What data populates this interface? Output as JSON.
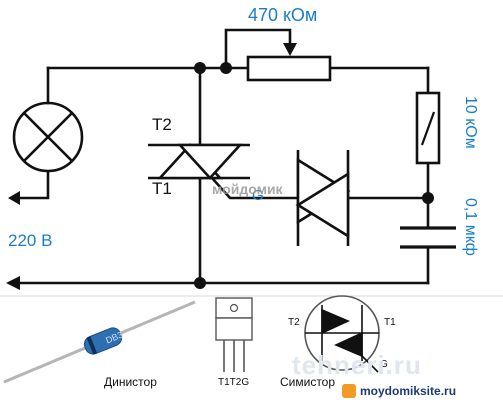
{
  "labels": {
    "resistor_top": "470 кОм",
    "resistor_right": "10 кОм",
    "capacitor": "0,1 мкф",
    "voltage": "220 В",
    "triac_t2": "T2",
    "triac_t1": "T1",
    "gate": "G"
  },
  "components": {
    "dinistor": "Динистор",
    "package_pins": "T1T2G",
    "simistor": "Симистор",
    "symbol_t2": "T2",
    "symbol_t1": "T1",
    "symbol_g": "G"
  },
  "watermarks": {
    "mid": "мойдомик",
    "brand1": "tehneri.ru",
    "brand2": "moydomiksite.ru"
  },
  "colors": {
    "wire": "#111111",
    "text_blue": "#1a7fc8",
    "diode_body": "#2d6fb0",
    "watermark_orange": "#f29b22"
  }
}
